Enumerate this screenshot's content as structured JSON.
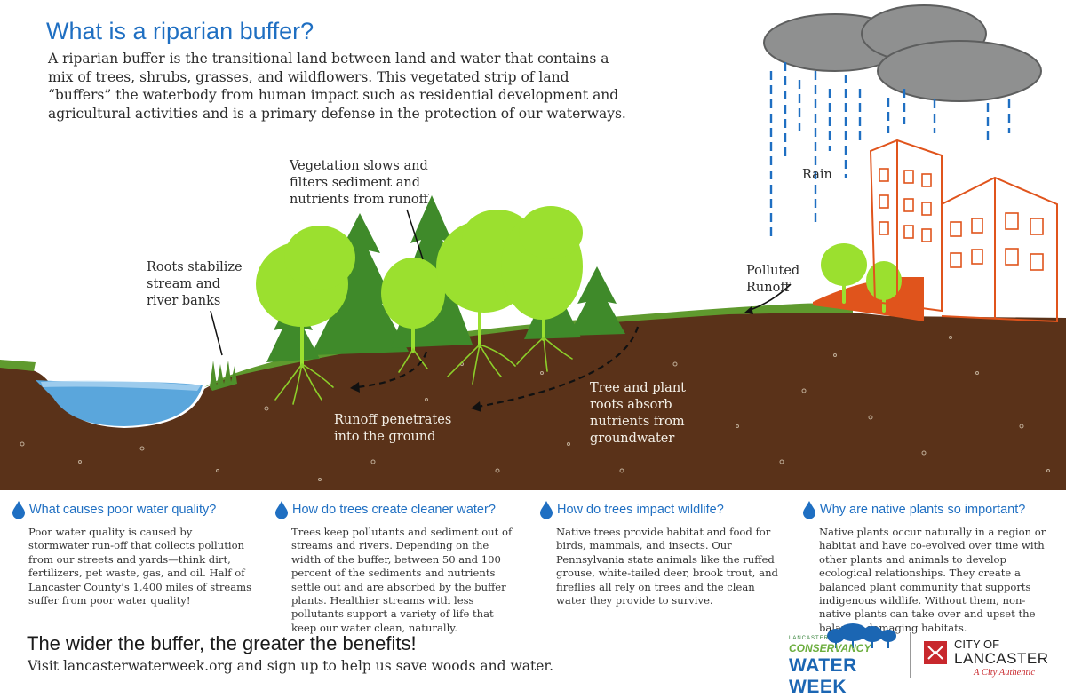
{
  "header": {
    "title": "What is a riparian buffer?",
    "intro": "A riparian buffer is the transitional land between land and water that contains a mix of trees, shrubs, grasses, and wildflowers. This vegetated strip of land “buffers” the waterbody from human impact such as residential development and agricultural activities and is a primary defense in the protection of our waterways."
  },
  "diagram": {
    "labels": {
      "vegetation": "Vegetation slows and filters sediment and nutrients from runoff",
      "roots": "Roots stabilize stream and river banks",
      "rain": "Rain",
      "polluted": "Polluted Runoff",
      "runoff_ground": "Runoff penetrates into the ground",
      "absorb": "Tree and plant roots absorb nutrients from groundwater"
    },
    "colors": {
      "soil": "#5a3219",
      "grass": "#5f9a2e",
      "tree_light": "#9be02f",
      "tree_dark": "#3f8a2a",
      "water": "#5aa6dc",
      "building": "#e0541c",
      "cloud": "#8f9090",
      "rain": "#1f6fc2"
    }
  },
  "panels": [
    {
      "question": "What causes poor water quality?",
      "answer": "Poor water quality is caused by stormwater run-off that collects pollution from our streets and yards—think dirt, fertilizers, pet waste, gas, and oil. Half of Lancaster County’s 1,400 miles of streams suffer from poor water quality!"
    },
    {
      "question": "How do trees create cleaner water?",
      "answer": "Trees keep pollutants and sediment out of streams and rivers. Depending on the width of the buffer, between 50 and 100 percent of the sediments and nutrients settle out and are absorbed by the buffer plants. Healthier streams with less pollutants support a variety of life that keep our water clean, naturally."
    },
    {
      "question": "How do trees impact wildlife?",
      "answer": "Native trees provide habitat and food for birds, mammals, and insects. Our Pennsylvania state animals like the ruffed grouse, white-tailed deer, brook trout, and fireflies all rely on trees and the clean water they provide to survive."
    },
    {
      "question": "Why are native plants so important?",
      "answer": "Native plants occur naturally in a region or habitat and have co-evolved over time with other plants and animals to develop ecological relationships. They create a balanced plant community that supports indigenous wildlife. Without them, non-native plants can take over and upset the balance, damaging habitats."
    }
  ],
  "footer": {
    "tagline": "The wider the buffer, the greater the benefits!",
    "visit": "Visit lancasterwaterweek.org and sign up to help us save woods and water.",
    "logo_ww": {
      "line1": "LANCASTER",
      "line2": "CONSERVANCY",
      "line3": "WATER WEEK"
    },
    "logo_city": {
      "line1": "CITY OF",
      "line2": "LANCASTER",
      "tagline": "A City Authentic"
    }
  }
}
